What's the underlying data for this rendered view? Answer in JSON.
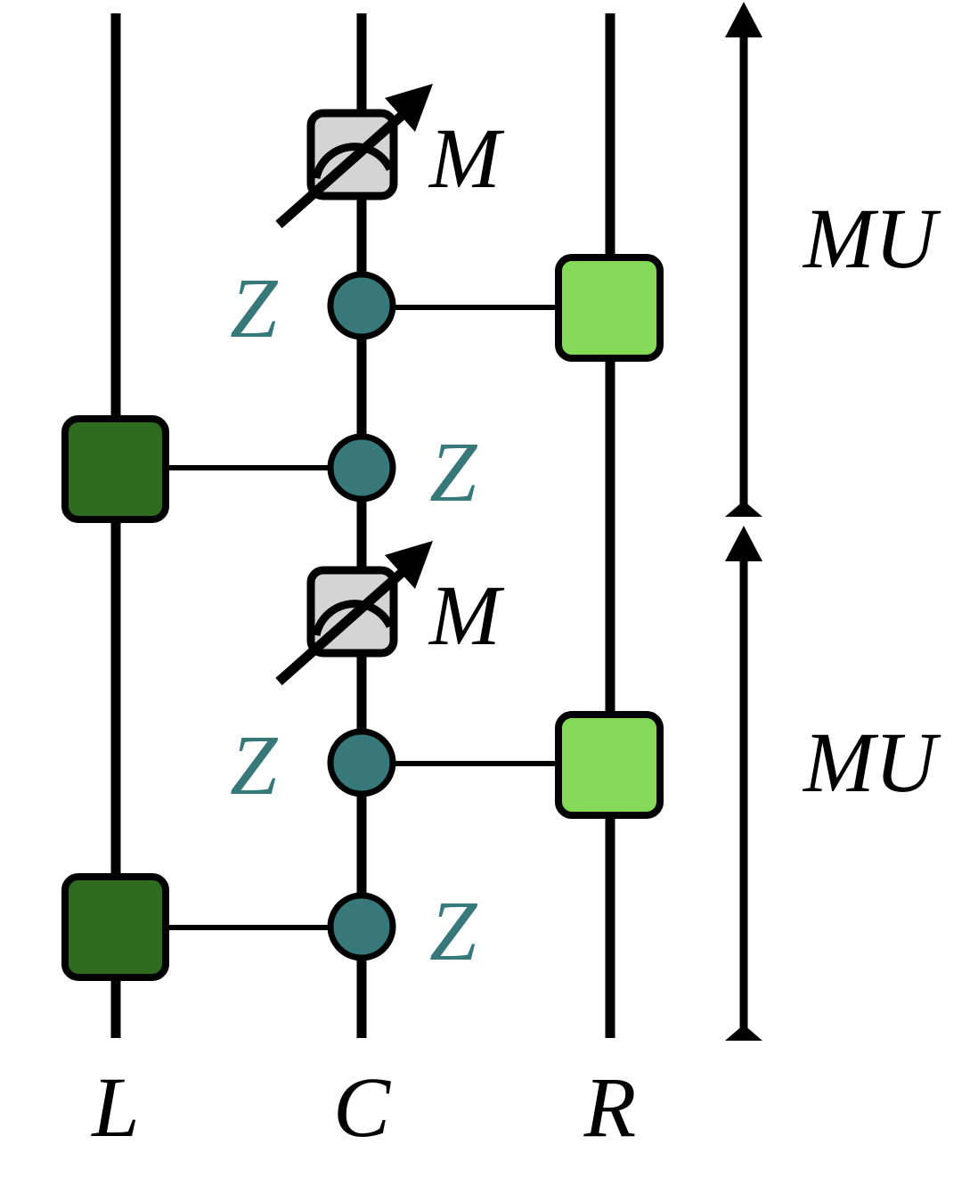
{
  "diagram": {
    "wire_labels": {
      "left": "L",
      "center": "C",
      "right": "R"
    },
    "measure_label": "M",
    "z_label": "Z",
    "unit_label": "MU",
    "colors": {
      "wire": "#000000",
      "z_node": "#37797a",
      "z_text": "#37797a",
      "left_gate": "#2e6b1e",
      "right_gate": "#84d957",
      "meter_fill": "#d4d4d4"
    },
    "units": [
      {
        "measure": "M",
        "z_right_link": "Z",
        "z_left_link": "Z",
        "label": "MU"
      },
      {
        "measure": "M",
        "z_right_link": "Z",
        "z_left_link": "Z",
        "label": "MU"
      }
    ]
  }
}
